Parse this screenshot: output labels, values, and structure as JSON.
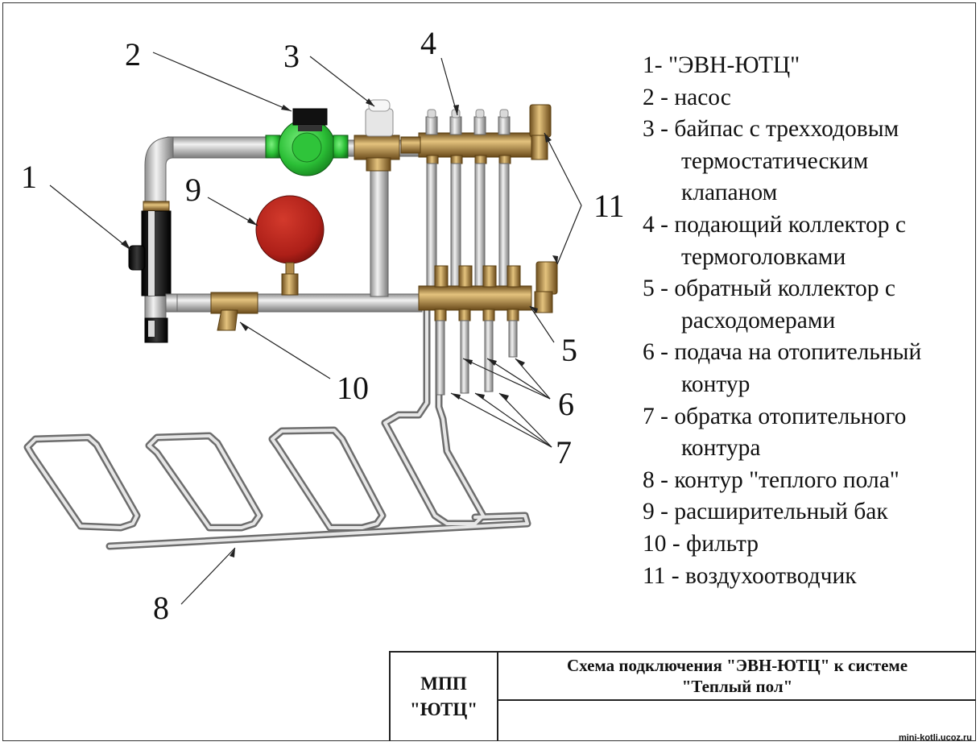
{
  "callouts": {
    "n1": "1",
    "n2": "2",
    "n3": "3",
    "n4": "4",
    "n5": "5",
    "n6": "6",
    "n7": "7",
    "n8": "8",
    "n9": "9",
    "n10": "10",
    "n11": "11"
  },
  "legend": [
    {
      "text": "1- \"ЭВН-ЮТЦ\"",
      "continuation": false
    },
    {
      "text": "2 - насос",
      "continuation": false
    },
    {
      "text": "3 - байпас с трехходовым",
      "continuation": false
    },
    {
      "text": "термостатическим",
      "continuation": true
    },
    {
      "text": "клапаном",
      "continuation": true
    },
    {
      "text": "4 - подающий коллектор с",
      "continuation": false
    },
    {
      "text": "термоголовками",
      "continuation": true
    },
    {
      "text": "5 - обратный коллектор с",
      "continuation": false
    },
    {
      "text": "расходомерами",
      "continuation": true
    },
    {
      "text": "6 - подача на отопительный",
      "continuation": false
    },
    {
      "text": "контур",
      "continuation": true
    },
    {
      "text": "7 - обратка отопительного",
      "continuation": false
    },
    {
      "text": "контура",
      "continuation": true
    },
    {
      "text": "8 - контур \"теплого пола\"",
      "continuation": false
    },
    {
      "text": "9 - расширительный бак",
      "continuation": false
    },
    {
      "text": "10 - фильтр",
      "continuation": false
    },
    {
      "text": "11 - воздухоотводчик",
      "continuation": false
    }
  ],
  "title_block": {
    "org_line1": "МПП",
    "org_line2": "\"ЮТЦ\"",
    "title_line1": "Схема подключения \"ЭВН-ЮТЦ\" к системе",
    "title_line2": "\"Теплый пол\""
  },
  "watermark": "mini-kotli.ucoz.ru",
  "colors": {
    "pipe": "#c8c8c8",
    "brass": "#b08a4a",
    "pump": "#2fc43a",
    "tank": "#b0201a",
    "heater": "#111111",
    "line": "#222222"
  }
}
